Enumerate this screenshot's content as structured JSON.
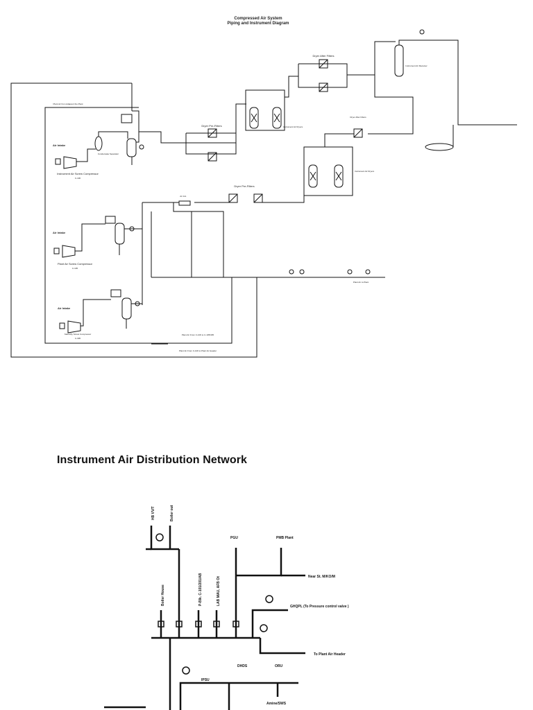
{
  "pid": {
    "title_line1": "Compressed Air System",
    "title_line2": "Piping and Instrument Diagram",
    "labels": {
      "air_intake_1": "Air Intake",
      "air_intake_2": "Air Intake",
      "air_intake_3": "Air Intake",
      "instrument_compressor": "Instrument Air Screw Compressor",
      "instrument_compressor_tag": "C-106",
      "plant_compressor": "Plant Air Screw Compressor",
      "plant_compressor_tag": "C-105",
      "standby_compressor": "Stand By Screw Compressor",
      "standby_compressor_tag": "C-305",
      "condensate_separator": "Condensate Separator",
      "dryer_prefilters": "Dryer Pre-Filters",
      "dryer_after_filters_top": "Dryer After Filters",
      "dryer_after_filters_mid": "Dryer After Filters",
      "dryer_pre_filters_low": "Dryer Pre-Filters",
      "instrument_air_dryers_1": "Instrument Air Dryers",
      "instrument_air_dryers_2": "Instrument Air Dryers",
      "instrument_air_receiver": "Instrument Air Receiver",
      "air_ind": "Air Ind.",
      "plant_air_to_plant": "Plant Air to Plant",
      "plant_air_from_c105": "Plant Air From C-106 to C-105/305",
      "plant_air_from_c106": "Plant Air From C-106 to Plant Air Header",
      "plant_air_from_adjacent": "Plant Air from Adjacent the Plant"
    }
  },
  "network": {
    "title": "Instrument Air  Distribution Network",
    "labels": {
      "hb_vvt": "HB VV/T",
      "boiler_out": "Boiler out",
      "pgu": "PGU",
      "pmb_plant": "PMB Plant",
      "boiler_house": "Boiler House",
      "pbb": "P-Blk. C-101/201/AB",
      "lab": "LAB MAU, AFB Ot",
      "near_st": "Near St. M/KO/M",
      "ghqpl": "GHQPL (To Pressure control valve )",
      "to_plant_air_header": "To Plant Air Header",
      "ipsu": "IPSU",
      "dhds": "DHDS",
      "oru": "ORU",
      "amine": "Amine/SWS"
    }
  }
}
